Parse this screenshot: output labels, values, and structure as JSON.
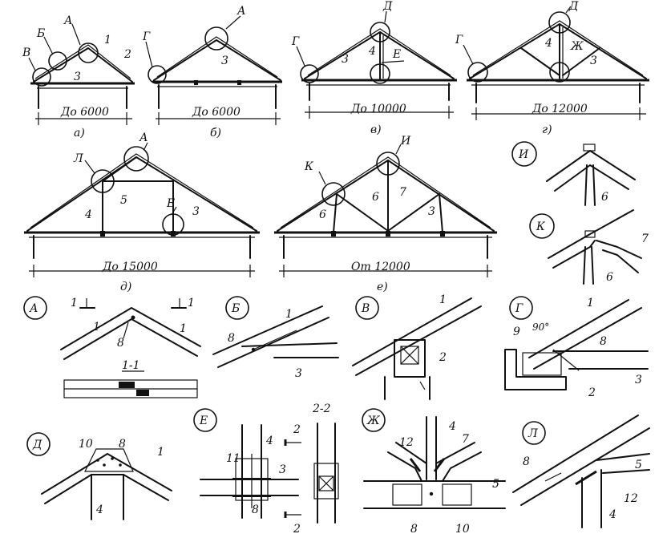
{
  "trusses": {
    "a": {
      "caption": "а)",
      "span": "До 6000",
      "callouts": [
        "А",
        "Б",
        "В"
      ],
      "members": [
        "1",
        "2",
        "3"
      ]
    },
    "b": {
      "caption": "б)",
      "span": "До 6000",
      "callouts": [
        "А",
        "Г"
      ],
      "members": [
        "3"
      ]
    },
    "v": {
      "caption": "в)",
      "span": "До 10000",
      "callouts": [
        "Д",
        "Г",
        "Е"
      ],
      "members": [
        "4",
        "3"
      ]
    },
    "g": {
      "caption": "г)",
      "span": "До 12000",
      "callouts": [
        "Д",
        "Г",
        "Ж"
      ],
      "members": [
        "4",
        "3"
      ]
    },
    "d": {
      "caption": "д)",
      "span": "До 15000",
      "callouts": [
        "А",
        "Л",
        "Е"
      ],
      "members": [
        "4",
        "5",
        "3"
      ]
    },
    "e": {
      "caption": "е)",
      "span": "От 12000",
      "callouts": [
        "И",
        "К"
      ],
      "members": [
        "6",
        "7",
        "6",
        "3"
      ]
    }
  },
  "details": {
    "I": {
      "mark": "И",
      "members": [
        "6"
      ]
    },
    "K": {
      "mark": "К",
      "members": [
        "7",
        "6"
      ]
    },
    "A": {
      "mark": "А",
      "members": [
        "1",
        "1",
        "8"
      ],
      "section_mark": "1",
      "section_label": "1-1"
    },
    "B": {
      "mark": "Б",
      "members": [
        "1",
        "8",
        "3"
      ]
    },
    "V": {
      "mark": "В",
      "members": [
        "1",
        "2"
      ]
    },
    "G": {
      "mark": "Г",
      "members": [
        "1",
        "9",
        "8",
        "2",
        "3"
      ],
      "angle": "90°"
    },
    "D": {
      "mark": "Д",
      "members": [
        "10",
        "8",
        "1",
        "4"
      ]
    },
    "E": {
      "mark": "Е",
      "members": [
        "11",
        "4",
        "3",
        "8"
      ],
      "section_mark": "2",
      "section_label": "2-2"
    },
    "ZH": {
      "mark": "Ж",
      "members": [
        "12",
        "4",
        "7",
        "5",
        "8",
        "10"
      ]
    },
    "L": {
      "mark": "Л",
      "members": [
        "5",
        "8",
        "12",
        "4"
      ]
    }
  }
}
